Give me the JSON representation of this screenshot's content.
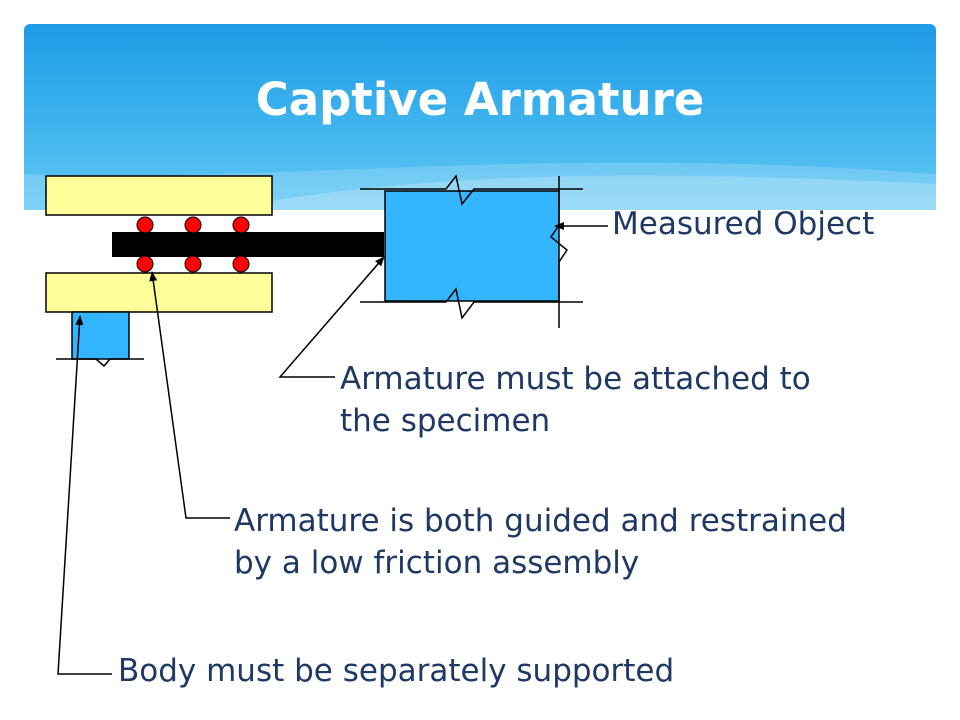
{
  "slide": {
    "title": "Captive Armature"
  },
  "labels": {
    "measured_object": "Measured Object",
    "attached_line1": "Armature must be attached to",
    "attached_line2": "the specimen",
    "guided_line1": "Armature is both guided and restrained",
    "guided_line2": "by a low friction assembly",
    "body_supported": "Body must be separately supported"
  },
  "colors": {
    "header_blue": "#2aa6ea",
    "title_text": "#ffffff",
    "label_text": "#1f3864",
    "guide_fill": "#ffff99",
    "ball_fill": "#ff0000",
    "object_fill": "#33b5ff",
    "armature_fill": "#000000"
  }
}
